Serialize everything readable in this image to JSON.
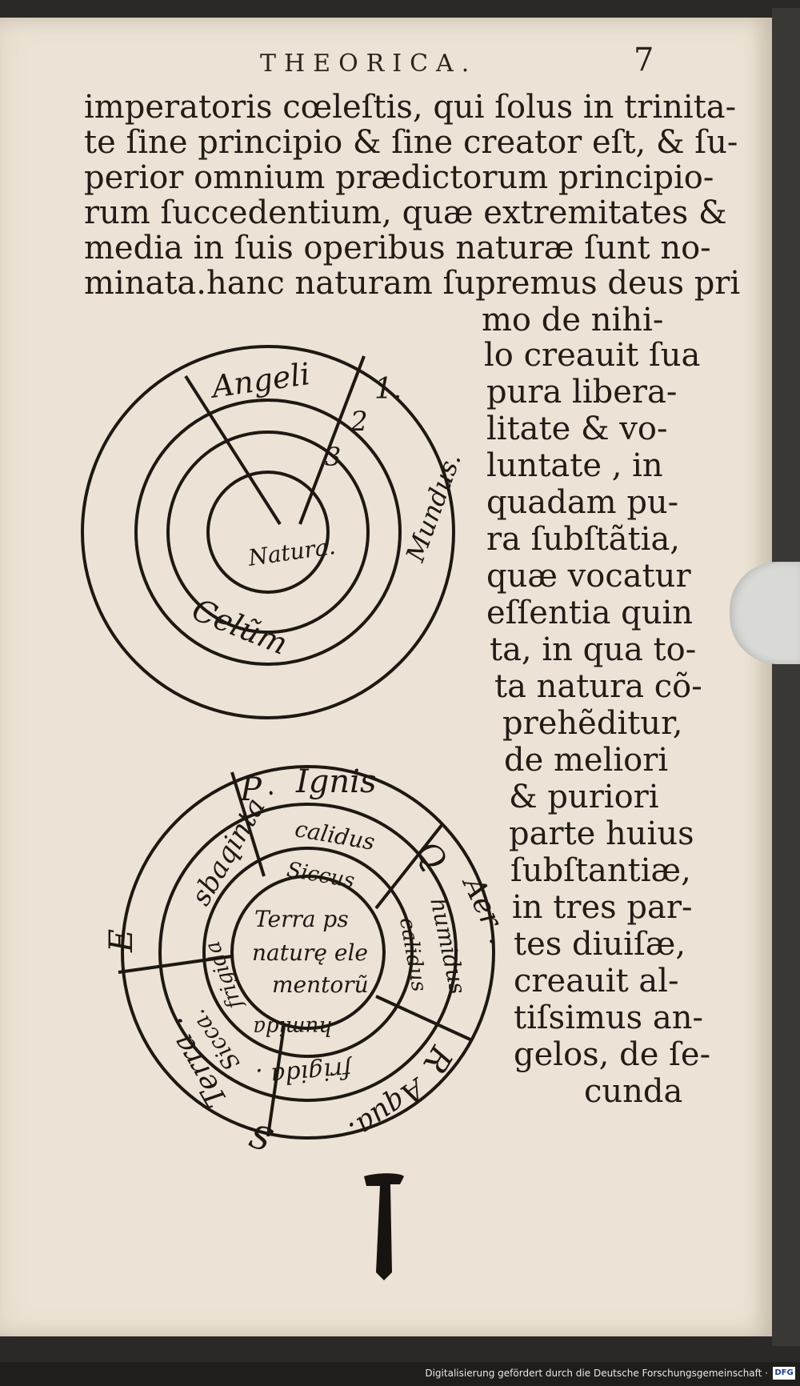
{
  "header": {
    "running_title": "THEORICA.",
    "page_number": "7"
  },
  "body_full": [
    "imperatoris cœleſtis, qui ſolus in trinita-",
    "te ſine principio & ſine creator eſt, & ſu-",
    "perior omnium prædictorum principio-",
    "rum ſuccedentium, quæ extremitates &",
    "media in ſuis operibus naturæ ſunt no-",
    "minata.hanc naturam ſupremus deus pri"
  ],
  "body_narrow": [
    "mo de nihi-",
    "lo creauit ſua",
    "pura libera-",
    "litate & vo-",
    "luntate , in",
    "quadam pu-",
    "ra ſubſtãtia,",
    "quæ vocatur",
    "eſſentia quin",
    "ta, in qua to-",
    "ta natura cõ-",
    "prehẽditur,",
    "de meliori",
    "& puriori",
    "parte huius",
    "ſubſtantiæ,",
    "in tres par-",
    "tes diuiſæ,",
    "creauit al-",
    "tiſsimus an-",
    "gelos, de ſe-",
    "cunda"
  ],
  "diagram_top": {
    "angeli": "Angeli",
    "n1": "1.",
    "n2": "2",
    "n3": "3",
    "natura": "Natura.",
    "mundus": "Mundus.",
    "celum": "Celũm"
  },
  "diagram_bottom": {
    "P": "P",
    "ignis": "Ignis",
    "calidus_top": "calidus",
    "siccus_top": "Siccus",
    "Q": "Q",
    "aer": "Aer .",
    "humidus": "humidus",
    "calidus_right": "calidus",
    "R": "R",
    "aqua": "Aqua.",
    "frigida": "frigida .",
    "humida": "humida",
    "S": "S",
    "terra": "Terra .",
    "sicca": "Sicca.",
    "frigida2": "frigida",
    "E": "E",
    "quinta": "sbaqinta .",
    "center1": "Terra ps",
    "center2": "naturę ele",
    "center3": "mentorũ"
  },
  "footer": {
    "credit": "Digitalisierung gefördert durch die Deutsche Forschungsgemeinschaft ·",
    "logo": "DFG"
  }
}
